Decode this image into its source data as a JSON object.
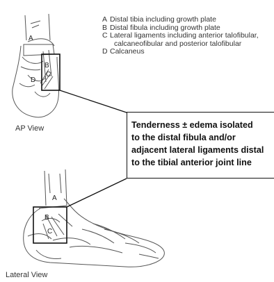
{
  "legend": [
    {
      "key": "A",
      "text": "Distal tibia including growth plate"
    },
    {
      "key": "B",
      "text": "Distal fibula including growth plate"
    },
    {
      "key": "C",
      "text": "Lateral ligaments including anterior talofibular,"
    },
    {
      "key": "",
      "text": "calcaneofibular and posterior talofibular"
    },
    {
      "key": "D",
      "text": "Calcaneus"
    }
  ],
  "views": {
    "ap": "AP View",
    "lateral": "Lateral View"
  },
  "callout": {
    "lines": [
      "Tenderness ± edema isolated",
      "to the distal fibula and/or",
      "adjacent lateral ligaments distal",
      "to the tibial anterior joint line"
    ]
  },
  "ap_tags": {
    "a": "A",
    "b": "B",
    "c": "C",
    "d": "D"
  },
  "lateral_tags": {
    "a": "A",
    "b": "B",
    "c": "C"
  }
}
